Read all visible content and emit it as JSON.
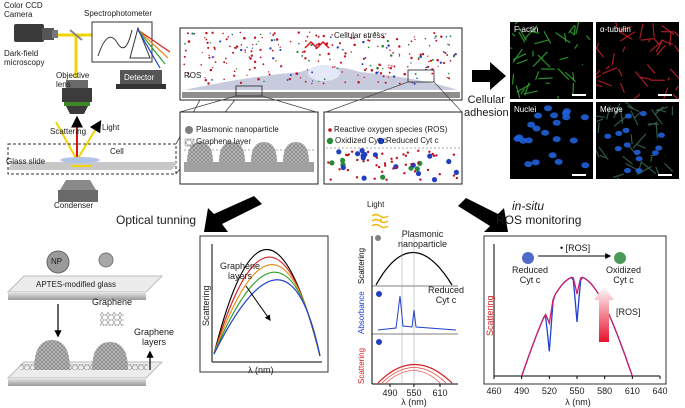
{
  "setup": {
    "camera": "Color CCD\nCamera",
    "darkfield": "Dark-field\nmicroscopy",
    "spectrophotometer": "Spectrophotometer",
    "detector": "Detector",
    "objective": "Objective\nlens",
    "scattering": "Scattering",
    "light": "Light",
    "cell": "Cell",
    "glass": "Glass slide",
    "condenser": "Condenser"
  },
  "cell_panel": {
    "stress": "Cellular stress",
    "ros": "ROS",
    "legend_left": [
      "Plasmonic nanoparticle",
      "Graphene layer"
    ],
    "legend_right": [
      "Reactive oxygen species (ROS)",
      "Oxidized Cyt c",
      "Reduced Cyt c"
    ]
  },
  "adhesion": {
    "label": "Cellular\nadhesion",
    "panels": [
      "F-actin",
      "α-tubulin",
      "Nuclei",
      "Merge"
    ],
    "colors": {
      "f_actin": "#2fa82f",
      "tubulin": "#c8202a",
      "nuclei": "#2060d8",
      "merge": "#3a6a50"
    }
  },
  "tuning": {
    "title": "Optical tunning",
    "np": "NP",
    "aptes": "APTES-modified glass",
    "graphene": "Graphene",
    "graphene_layers": "Graphene\nlayers",
    "chart_ylabel": "Scattering",
    "chart_xlabel": "λ (nm)",
    "chart_annot": "Graphene\nlayers"
  },
  "monitoring": {
    "title_italic": "in-situ",
    "title": "ROS monitoring",
    "light": "Light",
    "plasmonic": "Plasmonic\nnanoparticle",
    "reduced": "Reduced\nCyt c",
    "ylabels": [
      "Scattering",
      "Absorbance",
      "Scattering"
    ],
    "xticks": [
      "490",
      "550",
      "610"
    ],
    "xlabel": "λ (nm)"
  },
  "big_chart": {
    "reduced": "Reduced\nCyt c",
    "oxidized": "Oxidized\nCyt c",
    "arrow_label": "• [ROS]",
    "ros_label": "[ROS]",
    "ylabel": "Scattering",
    "xlabel": "λ (nm)"
  },
  "chart_data": [
    {
      "type": "line",
      "title": "",
      "xlabel": "λ (nm)",
      "ylabel": "Scattering",
      "annotation": "Graphene layers",
      "series": [
        {
          "color": "#000000",
          "peak_x": 0.5,
          "peak_y": 1.0
        },
        {
          "color": "#d62020",
          "peak_x": 0.55,
          "peak_y": 0.93
        },
        {
          "color": "#e89020",
          "peak_x": 0.6,
          "peak_y": 0.86
        },
        {
          "color": "#30a030",
          "peak_x": 0.65,
          "peak_y": 0.79
        },
        {
          "color": "#2040d0",
          "peak_x": 0.7,
          "peak_y": 0.72
        }
      ]
    },
    {
      "type": "line",
      "xlabel": "λ (nm)",
      "ylabel": "Scattering",
      "x_ticks": [
        460,
        490,
        520,
        550,
        580,
        610,
        640
      ],
      "xlim": [
        460,
        640
      ],
      "dips": [
        520,
        550
      ],
      "series": [
        {
          "name": "Reduced Cyt c",
          "color": "#2040d0"
        },
        {
          "name": "Oxidized Cyt c",
          "color": "#d0206a"
        }
      ]
    }
  ]
}
